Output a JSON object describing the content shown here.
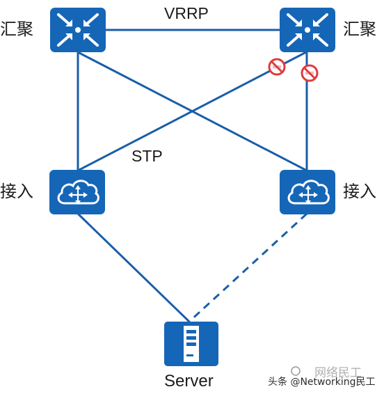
{
  "labels": {
    "agg_left": "汇聚",
    "agg_right": "汇聚",
    "access_left": "接入",
    "access_right": "接入",
    "server": "Server",
    "vrrp": "VRRP",
    "stp": "STP"
  },
  "watermark": {
    "top": "网络民工",
    "bottom": "头条 @Networking民工"
  },
  "colors": {
    "device_blue": "#1566b7",
    "link_blue": "#1a5ea8",
    "block_red": "#e03a3e",
    "text": "#1b1b1b"
  },
  "icons": {
    "aggregation": "l3-switch-icon",
    "access": "cloud-switch-icon",
    "server": "server-icon",
    "blocked": "blocked-port-icon"
  }
}
